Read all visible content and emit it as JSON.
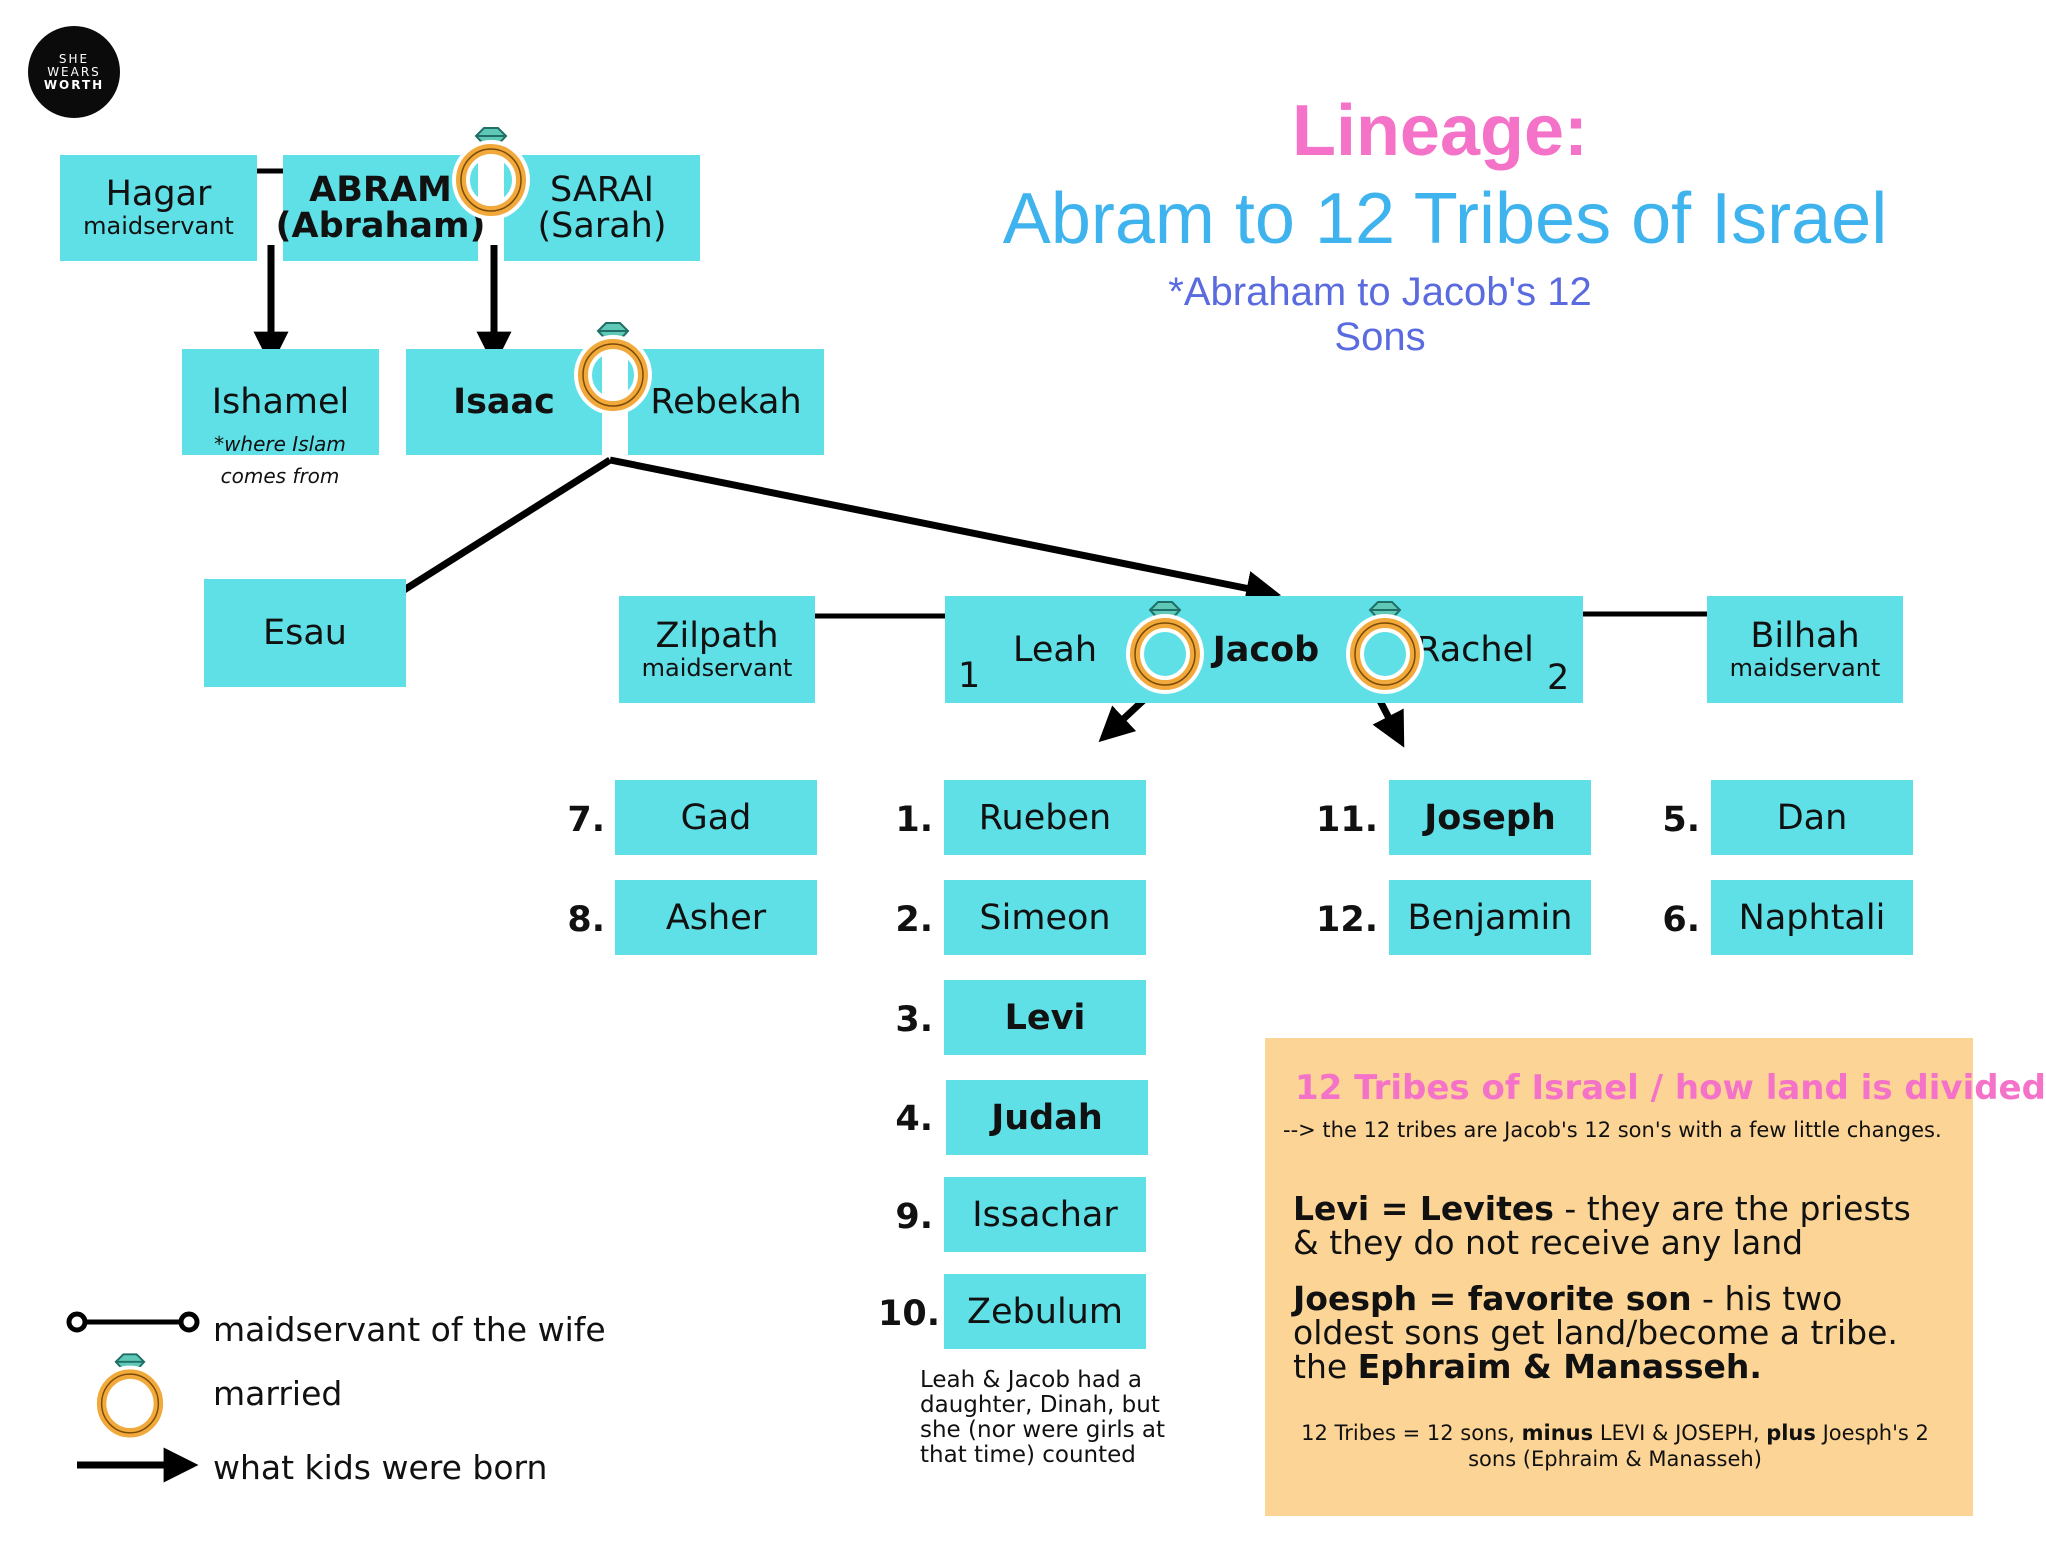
{
  "logo": {
    "line1": "SHE",
    "line2": "WEARS",
    "line3": "WORTH"
  },
  "title": {
    "main": "Lineage:",
    "subtitle": "Abram to 12 Tribes of Israel",
    "note": "*Abraham to Jacob's 12 Sons"
  },
  "colors": {
    "box": "#5ee0e6",
    "title_pink": "#f472c8",
    "title_blue": "#3fb3ee",
    "note_blue": "#5a6be0",
    "info_bg": "#fcd596",
    "ring_gold": "#f2a93b",
    "diamond": "#5fc8b6"
  },
  "people": {
    "hagar": {
      "name": "Hagar",
      "role": "maidservant"
    },
    "abram": {
      "line1": "ABRAM",
      "line2": "(Abraham)"
    },
    "sarai": {
      "line1": "SARAI",
      "line2": "(Sarah)"
    },
    "ishmael": {
      "name": "Ishamel",
      "note1": "*where Islam",
      "note2": "comes from"
    },
    "isaac": {
      "name": "Isaac"
    },
    "rebekah": {
      "name": "Rebekah"
    },
    "esau": {
      "name": "Esau"
    },
    "zilpath": {
      "name": "Zilpath",
      "role": "maidservant"
    },
    "leah": {
      "name": "Leah",
      "order": "1"
    },
    "jacob": {
      "name": "Jacob"
    },
    "rachel": {
      "name": "Rachel",
      "order": "2"
    },
    "bilhah": {
      "name": "Bilhah",
      "role": "maidservant"
    }
  },
  "sons": {
    "zilpath": [
      {
        "num": "7.",
        "name": "Gad"
      },
      {
        "num": "8.",
        "name": "Asher"
      }
    ],
    "leah": [
      {
        "num": "1.",
        "name": "Rueben"
      },
      {
        "num": "2.",
        "name": "Simeon"
      },
      {
        "num": "3.",
        "name": "Levi"
      },
      {
        "num": "4.",
        "name": "Judah"
      },
      {
        "num": "9.",
        "name": "Issachar"
      },
      {
        "num": "10.",
        "name": "Zebulum"
      }
    ],
    "rachel": [
      {
        "num": "11.",
        "name": "Joseph"
      },
      {
        "num": "12.",
        "name": "Benjamin"
      }
    ],
    "bilhah": [
      {
        "num": "5.",
        "name": "Dan"
      },
      {
        "num": "6.",
        "name": "Naphtali"
      }
    ]
  },
  "dinah_note": "Leah & Jacob had a daughter, Dinah, but she (nor were girls at that time) counted",
  "legend": {
    "maidservant": "maidservant of the wife",
    "married": "married",
    "born": "what kids were born"
  },
  "info": {
    "title": "12 Tribes of Israel  / how land is divided",
    "subtitle": "--> the 12 tribes are Jacob's 12 son's with a few little changes.",
    "levi_bold": "Levi = Levites",
    "levi_rest": " - they are the priests & they do not receive any land",
    "joseph_bold": "Joesph = favorite son",
    "joseph_rest": " - his two oldest sons get land/become a tribe. the ",
    "joseph_end": "Ephraim & Manasseh.",
    "foot_a": "12 Tribes = 12 sons, ",
    "foot_minus": "minus",
    "foot_b": " LEVI  & JOSEPH, ",
    "foot_plus": "plus",
    "foot_c": " Joesph's 2 sons (Ephraim & Manasseh)"
  }
}
